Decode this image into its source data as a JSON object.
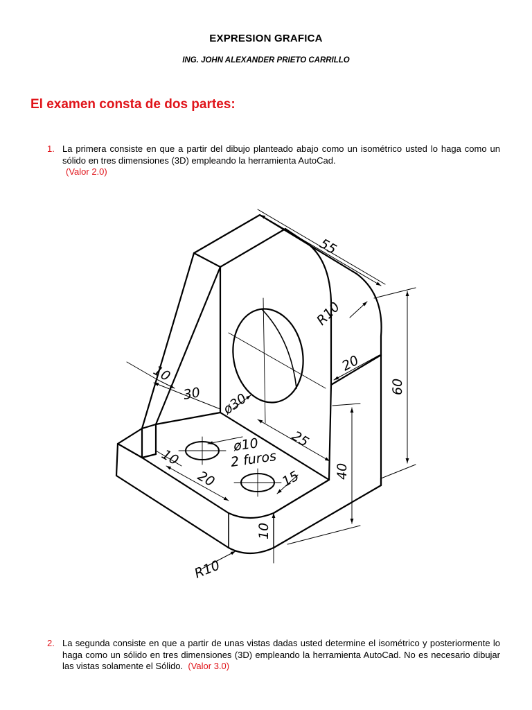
{
  "header": {
    "title": "EXPRESION GRAFICA",
    "author": "ING. JOHN ALEXANDER PRIETO CARRILLO"
  },
  "heading": "El examen consta de dos partes:",
  "items": [
    {
      "number": "1.",
      "text": "La primera consiste en que a partir del dibujo planteado abajo como un isométrico usted lo haga como un sólido en tres dimensiones (3D) empleando la herramienta AutoCad.",
      "value": "(Valor 2.0)"
    },
    {
      "number": "2.",
      "text": "La segunda consiste en que a partir de unas vistas dadas usted determine el isométrico y posteriormente lo haga como un sólido en tres dimensiones (3D) empleando la herramienta AutoCad. No es necesario dibujar las vistas solamente el Sólido.",
      "value": "(Valor 3.0)"
    }
  ],
  "drawing": {
    "dimensions": {
      "d55": "55",
      "r10_top": "R10",
      "d20_side": "20",
      "d60": "60",
      "d10_rib": "10",
      "d30": "30",
      "phi30": "ø30",
      "d25": "25",
      "phi10": "ø10",
      "furos": "2 furos",
      "d10_base": "10",
      "d20_base": "20",
      "d15": "15",
      "d40": "40",
      "d10_thick": "10",
      "r10_bottom": "R10"
    }
  }
}
